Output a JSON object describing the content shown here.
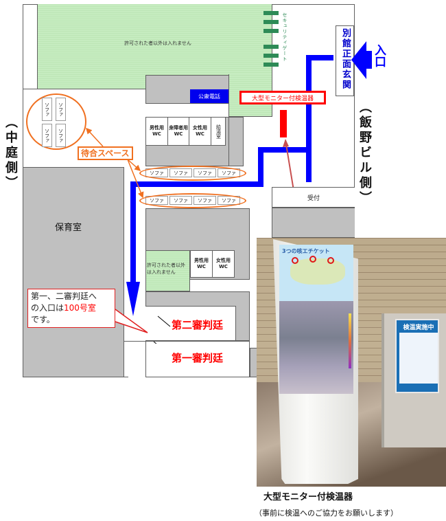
{
  "floor_map": {
    "restricted_area_top": "許可された者以外は入れません",
    "restricted_area_mid": "許可された者以外は入れません",
    "security_gate": "セキュリティゲート",
    "public_phone": "公衆電話",
    "thermometer_label_box": "大型モニター付検温器",
    "entrance_name": "別館正面玄関",
    "entrance_arrow_label": "入口",
    "right_side_label": "（飯野ビル側）",
    "left_side_label": "（中庭側）",
    "waiting_space": "待合スペース",
    "sofa": "ソファ",
    "restrooms_upper": [
      {
        "label": "男性用WC"
      },
      {
        "label": "身障者用WC"
      },
      {
        "label": "女性用WC"
      },
      {
        "label": "給湯室"
      }
    ],
    "restrooms_lower": [
      {
        "label": "男性用WC"
      },
      {
        "label": "女性用WC"
      }
    ],
    "reception": "受付",
    "nursery": "保育室",
    "court_2": "第二審判廷",
    "court_1": "第一審判廷",
    "callout": {
      "line1": "第一、二審判廷へ",
      "line2_prefix": "の入口は",
      "line2_highlight": "100号室",
      "line3": "です。"
    }
  },
  "photo": {
    "screen_title": "3つの咳エチケット",
    "sign_title": "検温実施中"
  },
  "caption": {
    "title": "大型モニター付検温器",
    "subtitle": "（事前に検温へのご協力をお願いします）"
  },
  "colors": {
    "route_blue": "#0000ff",
    "accent_red": "#ff0000",
    "orange": "#f07020",
    "restricted_green": "#c6ecc0",
    "wall_gray": "#c0c0c0"
  }
}
